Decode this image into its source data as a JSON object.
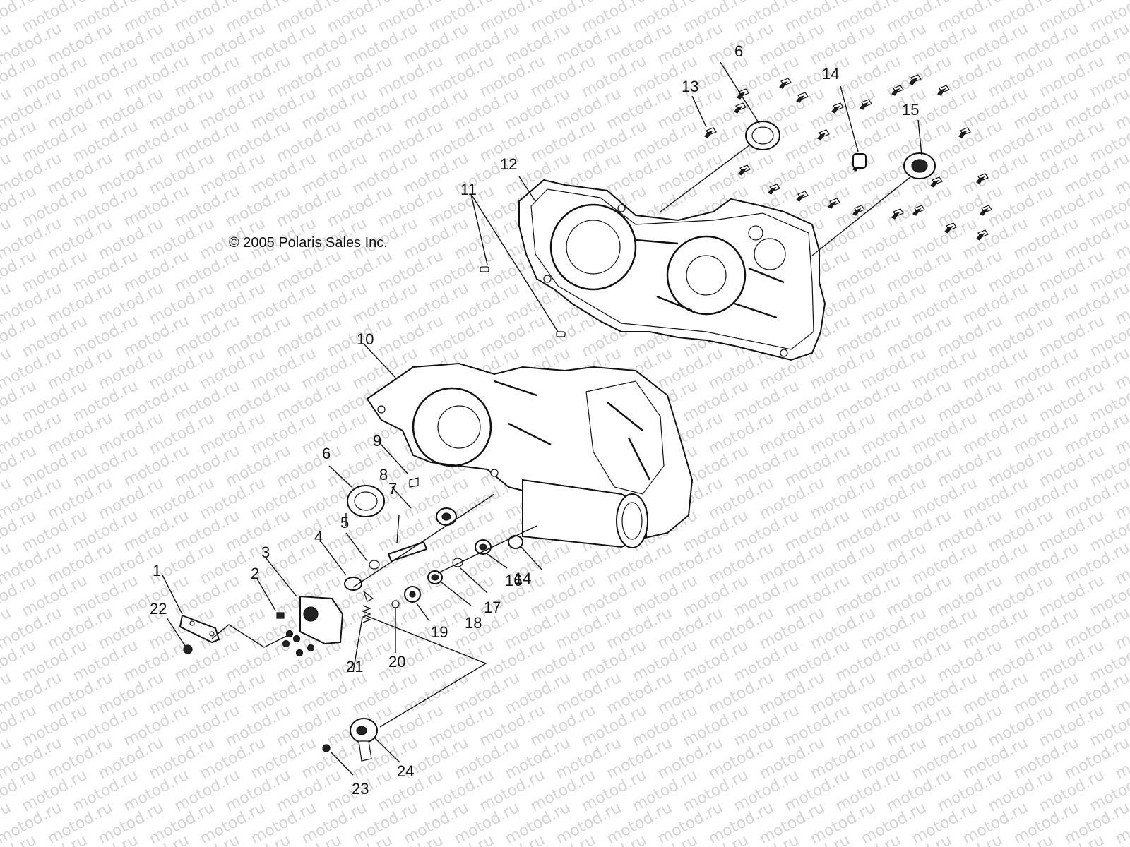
{
  "copyright": "© 2005 Polaris Sales Inc.",
  "watermark": "motod.ru",
  "callouts": [
    "1",
    "2",
    "3",
    "4",
    "5",
    "6",
    "6",
    "7",
    "8",
    "9",
    "10",
    "11",
    "12",
    "13",
    "14",
    "14",
    "15",
    "16",
    "17",
    "18",
    "19",
    "20",
    "21",
    "22",
    "23",
    "24"
  ],
  "colors": {
    "ink": "#111111",
    "watermark": "#d4d4d4",
    "background": "#ffffff"
  }
}
